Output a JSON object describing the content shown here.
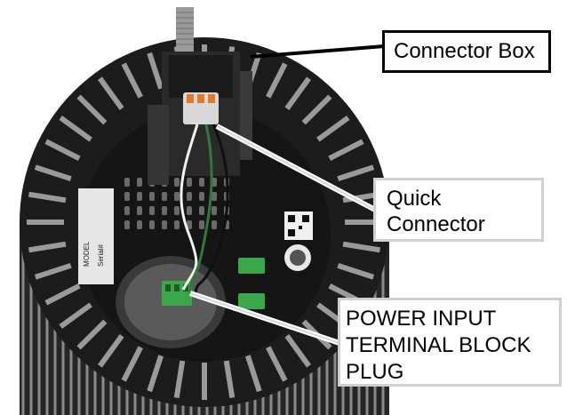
{
  "callouts": {
    "connector_box": {
      "label": "Connector Box"
    },
    "quick_connector": {
      "line1": "Quick",
      "line2": "Connector"
    },
    "power_input": {
      "line1": "POWER INPUT",
      "line2": "TERMINAL BLOCK",
      "line3": "PLUG"
    }
  },
  "photo": {
    "label_model": "MODEL",
    "label_serial": "Serial#"
  },
  "colors": {
    "background": "#ffffff",
    "fixture_dark": "#1e1e1e",
    "fin_gray": "#8a8a8a",
    "terminal_green": "#3aa84a",
    "wago_orange": "#e07a2a"
  }
}
